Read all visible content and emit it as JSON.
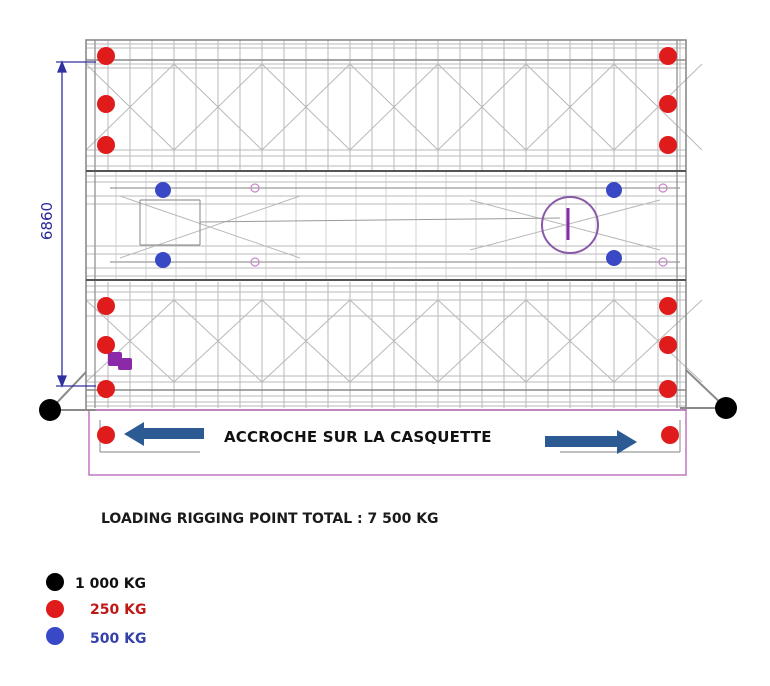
{
  "dimension": {
    "value": "6860"
  },
  "banner": {
    "text": "ACCROCHE SUR LA CASQUETTE"
  },
  "total": {
    "text": "LOADING RIGGING POINT TOTAL : 7 500 KG"
  },
  "legend": [
    {
      "label": "1 000 KG",
      "color": "#000000",
      "text_color": "#111111"
    },
    {
      "label": "250 KG",
      "color": "#e01b1b",
      "text_color": "#c01818"
    },
    {
      "label": "500 KG",
      "color": "#3949c6",
      "text_color": "#3341a8"
    }
  ],
  "colors": {
    "truss": "#b9b9b9",
    "frame": "#8a8a8a",
    "casquette": "#c078c0",
    "arrow": "#2c5a93",
    "dimension": "#3030a0",
    "motor": "#8a2aa8"
  }
}
